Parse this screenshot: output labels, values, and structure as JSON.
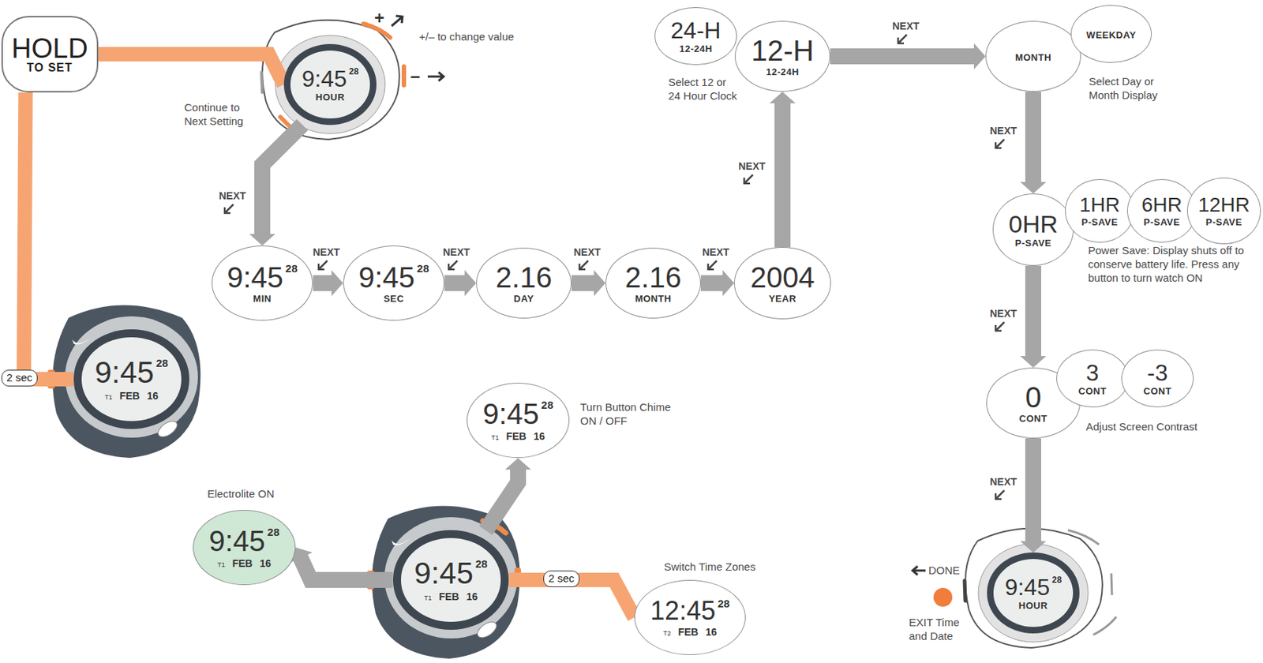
{
  "diagram": {
    "nodes": [
      {
        "text": [
          "HOLD",
          "TO SET"
        ]
      },
      {
        "text": [
          "9:45",
          "28",
          "HOUR"
        ]
      },
      {
        "text": [
          "9:45",
          "28",
          "MIN"
        ]
      },
      {
        "text": [
          "9:45",
          "28",
          "SEC"
        ]
      },
      {
        "text": [
          "2.16",
          "DAY"
        ]
      },
      {
        "text": [
          "2.16",
          "MONTH"
        ]
      },
      {
        "text": [
          "2004",
          "YEAR"
        ]
      },
      {
        "text": [
          "12-H",
          "12-24H"
        ]
      },
      {
        "text": [
          "24-H",
          "12-24H"
        ]
      },
      {
        "text": [
          "MONTH"
        ]
      },
      {
        "text": [
          "WEEKDAY"
        ]
      },
      {
        "text": [
          "0HR",
          "P-SAVE"
        ]
      },
      {
        "text": [
          "1HR",
          "P-SAVE"
        ]
      },
      {
        "text": [
          "6HR",
          "P-SAVE"
        ]
      },
      {
        "text": [
          "12HR",
          "P-SAVE"
        ]
      },
      {
        "text": [
          "0",
          "CONT"
        ]
      },
      {
        "text": [
          "3",
          "CONT"
        ]
      },
      {
        "text": [
          "-3",
          "CONT"
        ]
      },
      {
        "text": [
          "9:45",
          "28",
          "HOUR"
        ]
      },
      {
        "text": [
          "9:45",
          "28",
          "T1",
          "FEB",
          "16"
        ]
      },
      {
        "text": [
          "9:45",
          "28",
          "T1",
          "FEB",
          "16"
        ]
      },
      {
        "text": [
          "9:45",
          "28",
          "T1",
          "FEB",
          "16"
        ]
      },
      {
        "text": [
          "9:45",
          "28",
          "T1",
          "FEB",
          "16"
        ]
      },
      {
        "text": [
          "12:45",
          "28",
          "T2",
          "FEB",
          "16"
        ]
      }
    ],
    "edges": [
      {
        "from": 0,
        "to": 1,
        "arrow": "none"
      },
      {
        "from": 0,
        "to": 19,
        "arrow": "none"
      },
      {
        "from": 1,
        "to": 2,
        "label": "NEXT",
        "arrow": "to"
      },
      {
        "from": 2,
        "to": 3,
        "label": "NEXT",
        "arrow": "to"
      },
      {
        "from": 3,
        "to": 4,
        "label": "NEXT",
        "arrow": "to"
      },
      {
        "from": 4,
        "to": 5,
        "label": "NEXT",
        "arrow": "to"
      },
      {
        "from": 5,
        "to": 6,
        "label": "NEXT",
        "arrow": "to"
      },
      {
        "from": 6,
        "to": 7,
        "label": "NEXT",
        "arrow": "to"
      },
      {
        "from": 7,
        "to": 9,
        "label": "NEXT",
        "arrow": "to"
      },
      {
        "from": 9,
        "to": 11,
        "label": "NEXT",
        "arrow": "to"
      },
      {
        "from": 11,
        "to": 15,
        "label": "NEXT",
        "arrow": "to"
      },
      {
        "from": 15,
        "to": 18,
        "label": "NEXT",
        "arrow": "to"
      },
      {
        "from": 20,
        "to": 21,
        "arrow": "to"
      },
      {
        "from": 20,
        "to": 22,
        "arrow": "to"
      },
      {
        "from": 20,
        "to": 23,
        "arrow": "none"
      }
    ],
    "labels": [
      "+",
      "–",
      "+/– to change value",
      "Continue to Next Setting",
      "Select 12 or 24 Hour Clock",
      "Select Day or Month Display",
      "Power Save: Display shuts off to conserve battery life. Press any button to turn watch ON",
      "Adjust Screen Contrast",
      "DONE",
      "EXIT Time and Date",
      "Turn Button Chime ON / OFF",
      "Electrolite ON",
      "Switch Time Zones",
      "2 sec",
      "2 sec"
    ]
  }
}
